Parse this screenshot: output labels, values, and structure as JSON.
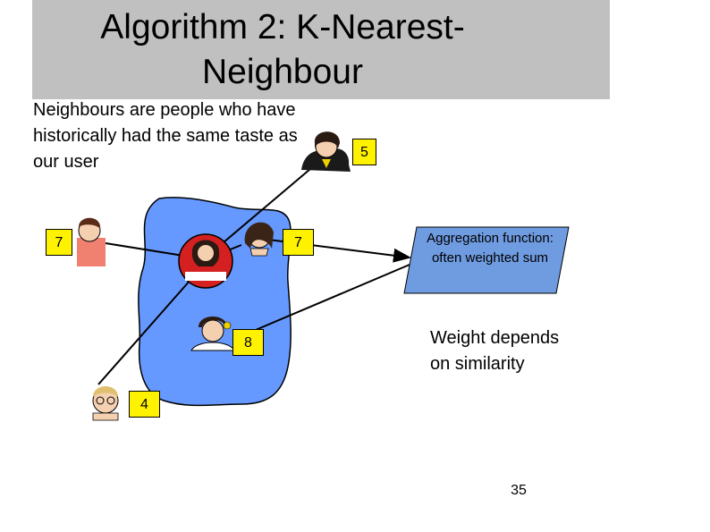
{
  "title": "Algorithm 2: K-Nearest-\nNeighbour",
  "intro_text": "Neighbours are people who have historically had  the same taste as our user",
  "neighbour_ratings": [
    "5",
    "7",
    "7",
    "8",
    "4"
  ],
  "aggregation_label": "Aggregation function: often weighted sum",
  "weight_note": "Weight depends on similarity",
  "page_number": "35",
  "colors": {
    "title_bar": "#c0c0c0",
    "cluster": "#6699ff",
    "rating_box": "#fff200",
    "aggregation_box": "#6f9be0",
    "user_ring": "#d42020"
  },
  "icons": [
    "person-icon"
  ]
}
